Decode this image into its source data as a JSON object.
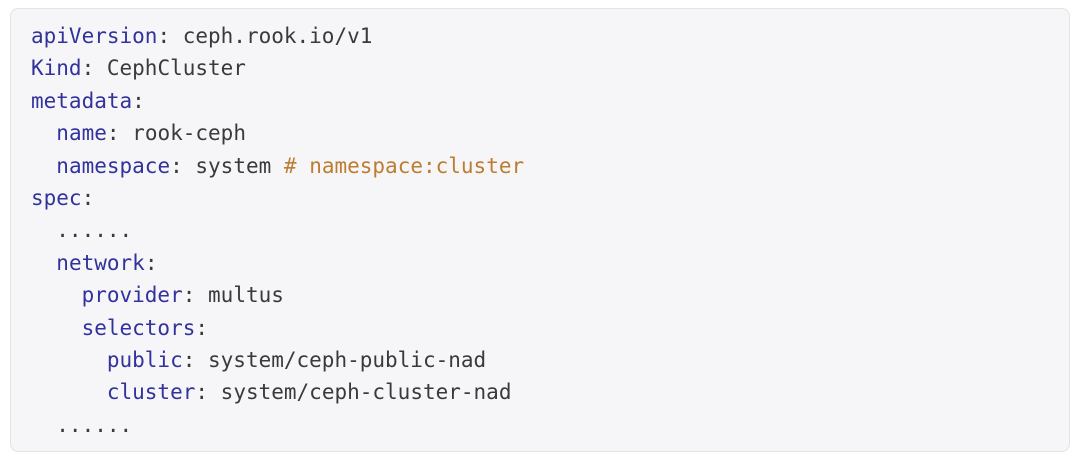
{
  "page": {
    "background": "#ffffff"
  },
  "code_block": {
    "language": "yaml",
    "background": "#f6f6f8",
    "border_color": "#e3e3e6",
    "colors": {
      "key": "#32329c",
      "value": "#3a3a3a",
      "comment": "#bd7d31"
    },
    "lines": [
      [
        {
          "text": "apiVersion",
          "type": "key"
        },
        {
          "text": ": ",
          "type": "value"
        },
        {
          "text": "ceph.rook.io/v1",
          "type": "value"
        }
      ],
      [
        {
          "text": "Kind",
          "type": "key"
        },
        {
          "text": ": ",
          "type": "value"
        },
        {
          "text": "CephCluster",
          "type": "value"
        }
      ],
      [
        {
          "text": "metadata",
          "type": "key"
        },
        {
          "text": ":",
          "type": "value"
        }
      ],
      [
        {
          "text": "  ",
          "type": "value"
        },
        {
          "text": "name",
          "type": "key"
        },
        {
          "text": ": ",
          "type": "value"
        },
        {
          "text": "rook-ceph",
          "type": "value"
        }
      ],
      [
        {
          "text": "  ",
          "type": "value"
        },
        {
          "text": "namespace",
          "type": "key"
        },
        {
          "text": ": ",
          "type": "value"
        },
        {
          "text": "system ",
          "type": "value"
        },
        {
          "text": "# namespace:cluster",
          "type": "comment"
        }
      ],
      [
        {
          "text": "spec",
          "type": "key"
        },
        {
          "text": ":",
          "type": "value"
        }
      ],
      [
        {
          "text": "  ......",
          "type": "value"
        }
      ],
      [
        {
          "text": "  ",
          "type": "value"
        },
        {
          "text": "network",
          "type": "key"
        },
        {
          "text": ":",
          "type": "value"
        }
      ],
      [
        {
          "text": "    ",
          "type": "value"
        },
        {
          "text": "provider",
          "type": "key"
        },
        {
          "text": ": ",
          "type": "value"
        },
        {
          "text": "multus",
          "type": "value"
        }
      ],
      [
        {
          "text": "    ",
          "type": "value"
        },
        {
          "text": "selectors",
          "type": "key"
        },
        {
          "text": ":",
          "type": "value"
        }
      ],
      [
        {
          "text": "      ",
          "type": "value"
        },
        {
          "text": "public",
          "type": "key"
        },
        {
          "text": ": ",
          "type": "value"
        },
        {
          "text": "system/ceph-public-nad",
          "type": "value"
        }
      ],
      [
        {
          "text": "      ",
          "type": "value"
        },
        {
          "text": "cluster",
          "type": "key"
        },
        {
          "text": ": ",
          "type": "value"
        },
        {
          "text": "system/ceph-cluster-nad",
          "type": "value"
        }
      ],
      [
        {
          "text": "  ......",
          "type": "value"
        }
      ]
    ]
  }
}
